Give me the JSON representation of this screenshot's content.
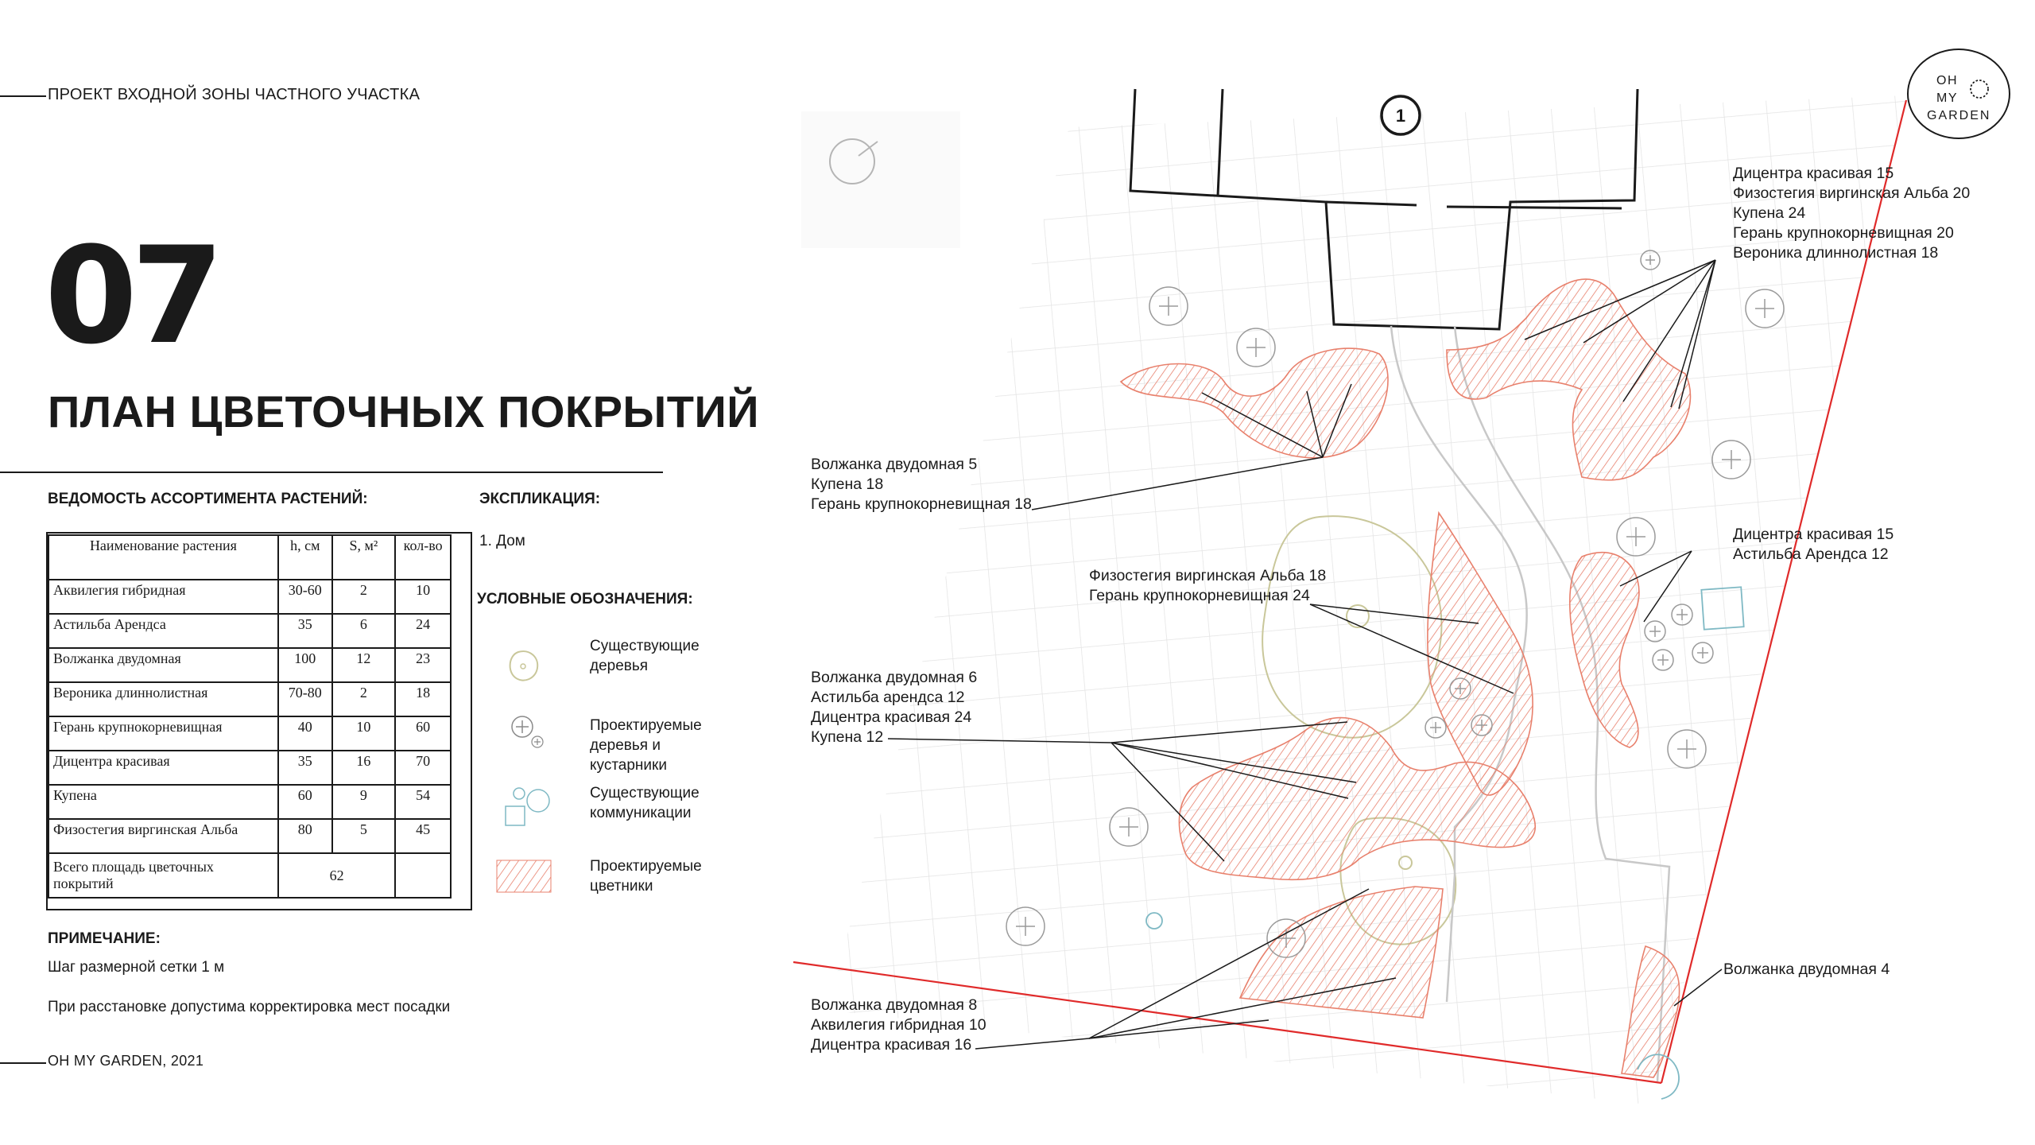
{
  "header": {
    "project": "ПРОЕКТ ВХОДНОЙ ЗОНЫ ЧАСТНОГО УЧАСТКА"
  },
  "page_number": "07",
  "title": "ПЛАН ЦВЕТОЧНЫХ ПОКРЫТИЙ",
  "assortment": {
    "heading": "ВЕДОМОСТЬ АССОРТИМЕНТА РАСТЕНИЙ:",
    "columns": [
      "Наименование растения",
      "h, см",
      "S, м²",
      "кол-во"
    ],
    "rows": [
      {
        "name": "Аквилегия гибридная",
        "h": "30-60",
        "s": "2",
        "count": "10"
      },
      {
        "name": "Астильба Арендса",
        "h": "35",
        "s": "6",
        "count": "24"
      },
      {
        "name": "Волжанка двудомная",
        "h": "100",
        "s": "12",
        "count": "23"
      },
      {
        "name": "Вероника длиннолистная",
        "h": "70-80",
        "s": "2",
        "count": "18"
      },
      {
        "name": "Герань крупнокорневищная",
        "h": "40",
        "s": "10",
        "count": "60"
      },
      {
        "name": "Дицентра красивая",
        "h": "35",
        "s": "16",
        "count": "70"
      },
      {
        "name": "Купена",
        "h": "60",
        "s": "9",
        "count": "54"
      },
      {
        "name": "Физостегия виргинская Альба",
        "h": "80",
        "s": "5",
        "count": "45"
      }
    ],
    "total": {
      "label": "Всего площадь цветочных покрытий",
      "value": "62"
    }
  },
  "explication": {
    "heading": "ЭКСПЛИКАЦИЯ:",
    "items": [
      "1. Дом"
    ]
  },
  "legend": {
    "heading": "УСЛОВНЫЕ ОБОЗНАЧЕНИЯ:",
    "items": [
      {
        "label": "Существующие деревья",
        "icon": "existing-tree-icon"
      },
      {
        "label": "Проектируемые деревья и кустарники",
        "icon": "planned-tree-icon"
      },
      {
        "label": "Существующие коммуникации",
        "icon": "utilities-icon"
      },
      {
        "label": "Проектируемые цветники",
        "icon": "hatch-icon"
      }
    ]
  },
  "note": {
    "heading": "ПРИМЕЧАНИЕ:",
    "lines": [
      "Шаг размерной сетки 1 м",
      "При расстановке допустима корректировка мест посадки"
    ]
  },
  "footer": {
    "text": "OH MY GARDEN, 2021"
  },
  "logo": {
    "line1": "OH",
    "line2": "MY",
    "line3": "GARDEN"
  },
  "plan": {
    "house_marker": "1",
    "labels": [
      {
        "lines": [
          "Дицентра красивая 15",
          "Физостегия виргинская Альба 20",
          "Купена 24",
          "Герань крупнокорневищная 20",
          "Вероника длиннолистная 18"
        ]
      },
      {
        "lines": [
          "Волжанка двудомная 5",
          "Купена 18",
          "Герань крупнокорневищная 18"
        ]
      },
      {
        "lines": [
          "Дицентра красивая 15",
          "Астильба Арендса 12"
        ]
      },
      {
        "lines": [
          "Физостегия виргинская Альба 18",
          "Герань крупнокорневищная 24"
        ]
      },
      {
        "lines": [
          "Волжанка двудомная 6",
          "Астильба арендса 12",
          "Дицентра красивая 24",
          "Купена 12"
        ]
      },
      {
        "lines": [
          "Волжанка двудомная 4"
        ]
      },
      {
        "lines": [
          "Волжанка двудомная 8",
          "Аквилегия гибридная 10",
          "Дицентра красивая 16"
        ]
      }
    ]
  },
  "colors": {
    "ink": "#1a1a1a",
    "hatch": "#e8806c",
    "boundary": "#e02a2a",
    "existing_tree": "#c9c79a",
    "utilities": "#7fb9c4",
    "grid": "#e3e3e3",
    "path": "#c8c8c8"
  }
}
